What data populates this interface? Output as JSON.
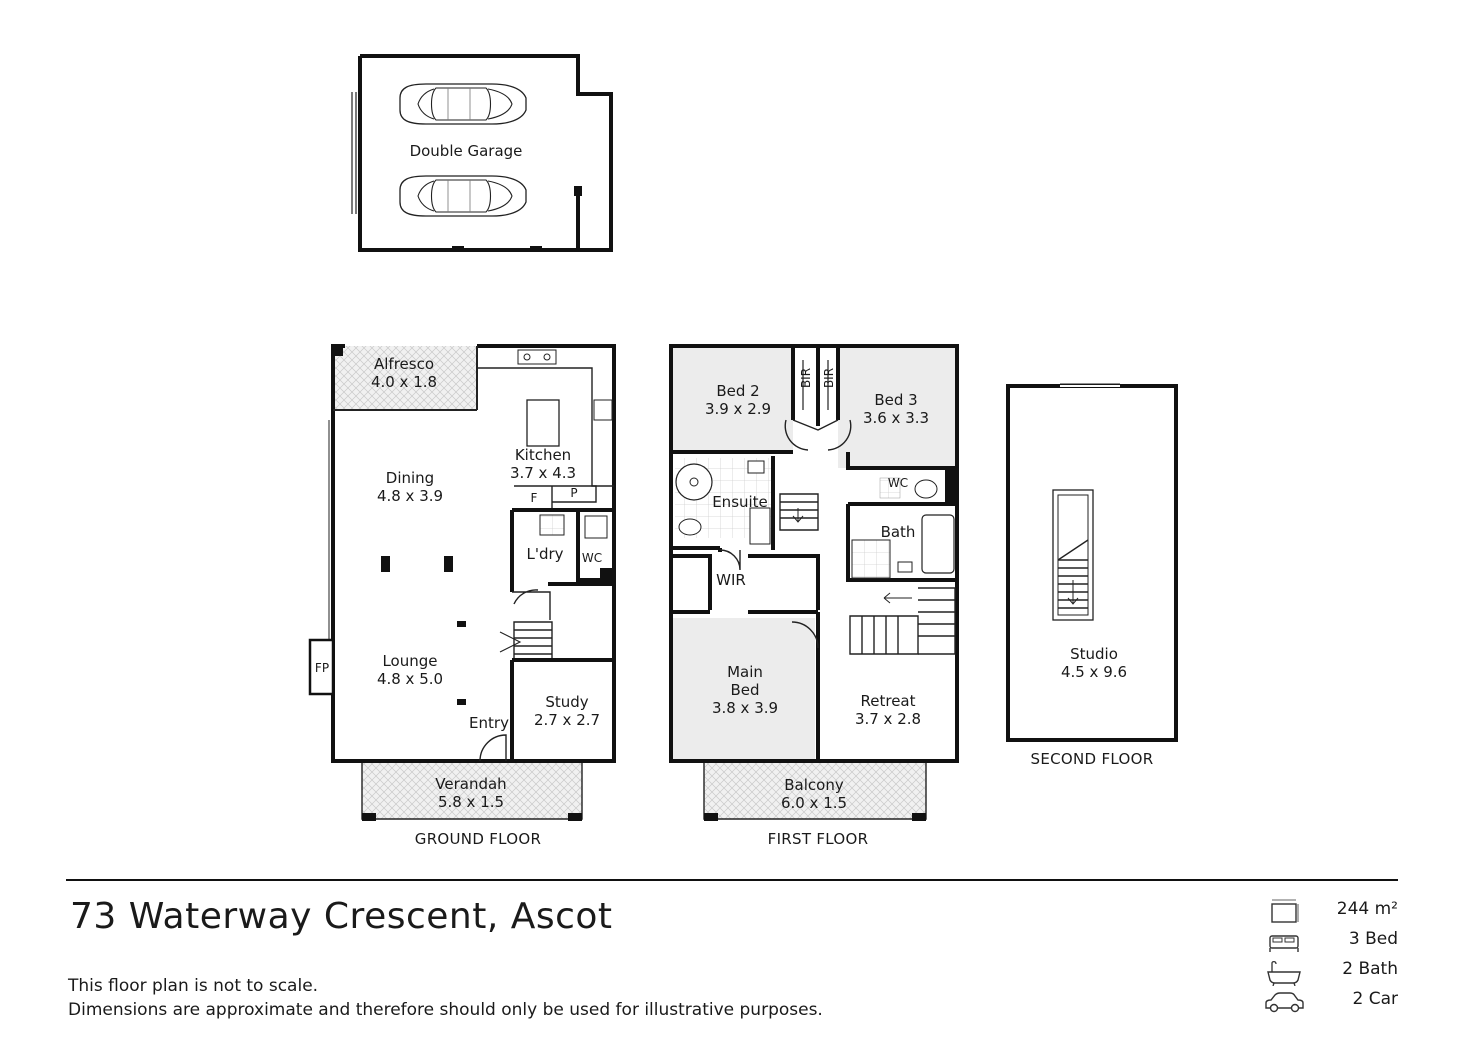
{
  "rooms": {
    "garage": {
      "name": "Double Garage"
    },
    "alfresco": {
      "name": "Alfresco",
      "dim": "4.0 x 1.8"
    },
    "kitchen": {
      "name": "Kitchen",
      "dim": "3.7 x 4.3"
    },
    "dining": {
      "name": "Dining",
      "dim": "4.8 x 3.9"
    },
    "laundry": {
      "name": "L'dry"
    },
    "wc_ground": {
      "name": "WC"
    },
    "fridge": {
      "name": "F"
    },
    "pantry": {
      "name": "P"
    },
    "lounge": {
      "name": "Lounge",
      "dim": "4.8 x 5.0"
    },
    "fireplace": {
      "name": "FP"
    },
    "entry": {
      "name": "Entry"
    },
    "study": {
      "name": "Study",
      "dim": "2.7 x 2.7"
    },
    "verandah": {
      "name": "Verandah",
      "dim": "5.8 x 1.5"
    },
    "bed2": {
      "name": "Bed 2",
      "dim": "3.9 x 2.9"
    },
    "bed3": {
      "name": "Bed 3",
      "dim": "3.6 x 3.3"
    },
    "bir": {
      "name": "BIR"
    },
    "ensuite": {
      "name": "Ensuite"
    },
    "wc_first": {
      "name": "WC"
    },
    "bath": {
      "name": "Bath"
    },
    "wir": {
      "name": "WIR"
    },
    "main_bed": {
      "name_line1": "Main",
      "name_line2": "Bed",
      "dim": "3.8 x 3.9"
    },
    "retreat": {
      "name": "Retreat",
      "dim": "3.7 x 2.8"
    },
    "balcony": {
      "name": "Balcony",
      "dim": "6.0 x 1.5"
    },
    "studio": {
      "name": "Studio",
      "dim": "4.5 x 9.6"
    }
  },
  "floors": {
    "ground": "GROUND FLOOR",
    "first": "FIRST FLOOR",
    "second": "SECOND FLOOR"
  },
  "property": {
    "address": "73 Waterway Crescent, Ascot",
    "disclaimer_line1": "This floor plan is not to scale.",
    "disclaimer_line2": "Dimensions are approximate and therefore should only be used for illustrative purposes."
  },
  "stats": [
    {
      "icon": "area-icon",
      "label": "244 m²"
    },
    {
      "icon": "bed-icon",
      "label": "3 Bed"
    },
    {
      "icon": "bath-icon",
      "label": "2 Bath"
    },
    {
      "icon": "car-icon",
      "label": "2 Car"
    }
  ],
  "colors": {
    "wall": "#111111",
    "shade": "#ececec"
  }
}
